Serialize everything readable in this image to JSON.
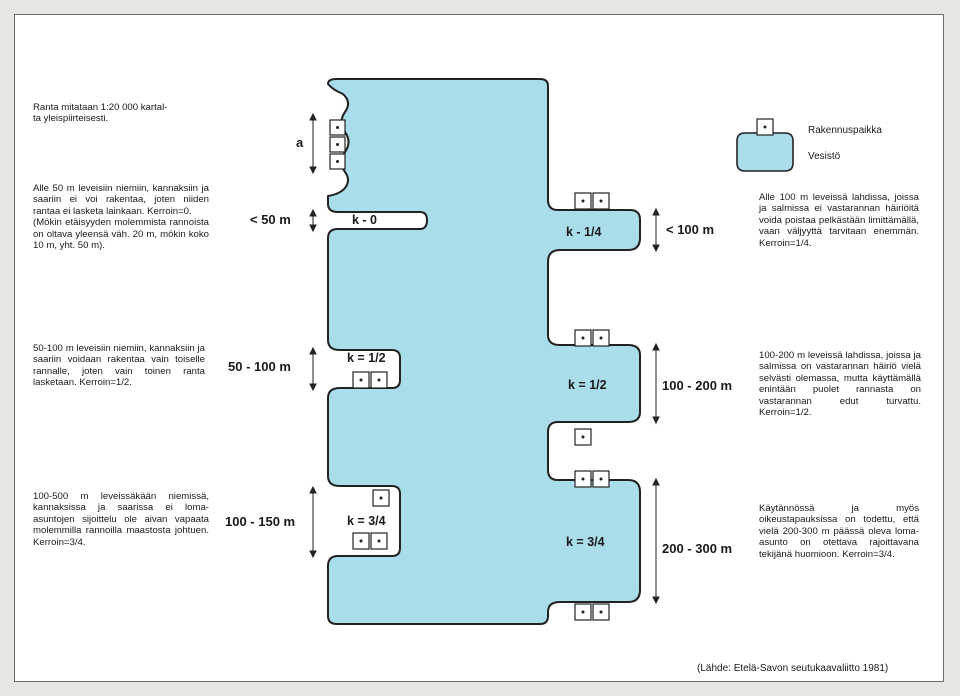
{
  "texts": {
    "t1": "Ranta mitataan 1:20 000 kartal-\nta yleispiirteisesti.",
    "t2": "Alle 50 m leveisiin niemiin, kannaksiin ja saariin ei voi rakentaa, joten niiden rantaa ei lasketa lainkaan. Kerroin=0.\n(Mökin etäisyyden molemmista rannoista on oltava yleensä väh. 20 m, mökin koko 10 m, yht. 50 m).",
    "t3": "50-100 m leveisiin niemiin, kannaksiin ja saariin voidaan rakentaa vain toiselle rannalle, joten vain toinen ranta lasketaan. Kerroin=1/2.",
    "t4": "100-500 m leveissäkään niemissä, kannaksissa ja saarissa ei loma-asuntojen sijoittelu ole aivan vapaata molemmilla rannoilla maastosta johtuen. Kerroin=3/4.",
    "t5": "Alle 100 m leveissä lahdissa, joissa ja salmissa ei vastarannan häiriöitä voida poistaa pelkästään limittämällä, vaan väljyyttä tarvitaan enemmän. Kerroin=1/4.",
    "t6": "100-200 m leveissä lahdissa, joissa ja salmissa on vastarannan häiriö vielä selvästi olemassa, mutta käyttämällä enintään puolet rannasta on vastarannan edut turvattu. Kerroin=1/2.",
    "t7": "Käytännössä ja myös oikeustapauksissa on todettu, että vielä 200-300 m päässä oleva loma-asunto on otettava rajoittavana tekijänä huomioon. Kerroin=3/4."
  },
  "labels": {
    "a": "a",
    "lt50": "< 50 m",
    "r50_100": "50 - 100 m",
    "r100_150": "100 - 150 m",
    "lt100": "< 100 m",
    "r100_200": "100 - 200 m",
    "r200_300": "200 - 300 m"
  },
  "k": {
    "k0": "k - 0",
    "k14": "k - 1/4",
    "k12a": "k = 1/2",
    "k12b": "k = 1/2",
    "k34a": "k = 3/4",
    "k34b": "k = 3/4"
  },
  "legend": {
    "building": "Rakennuspaikka",
    "water": "Vesistö"
  },
  "source": "(Lähde: Etelä-Savon seutukaavaliitto 1981)",
  "colors": {
    "water": "#a9dde9",
    "outline": "#222222",
    "frame": "#6a6a6a"
  }
}
